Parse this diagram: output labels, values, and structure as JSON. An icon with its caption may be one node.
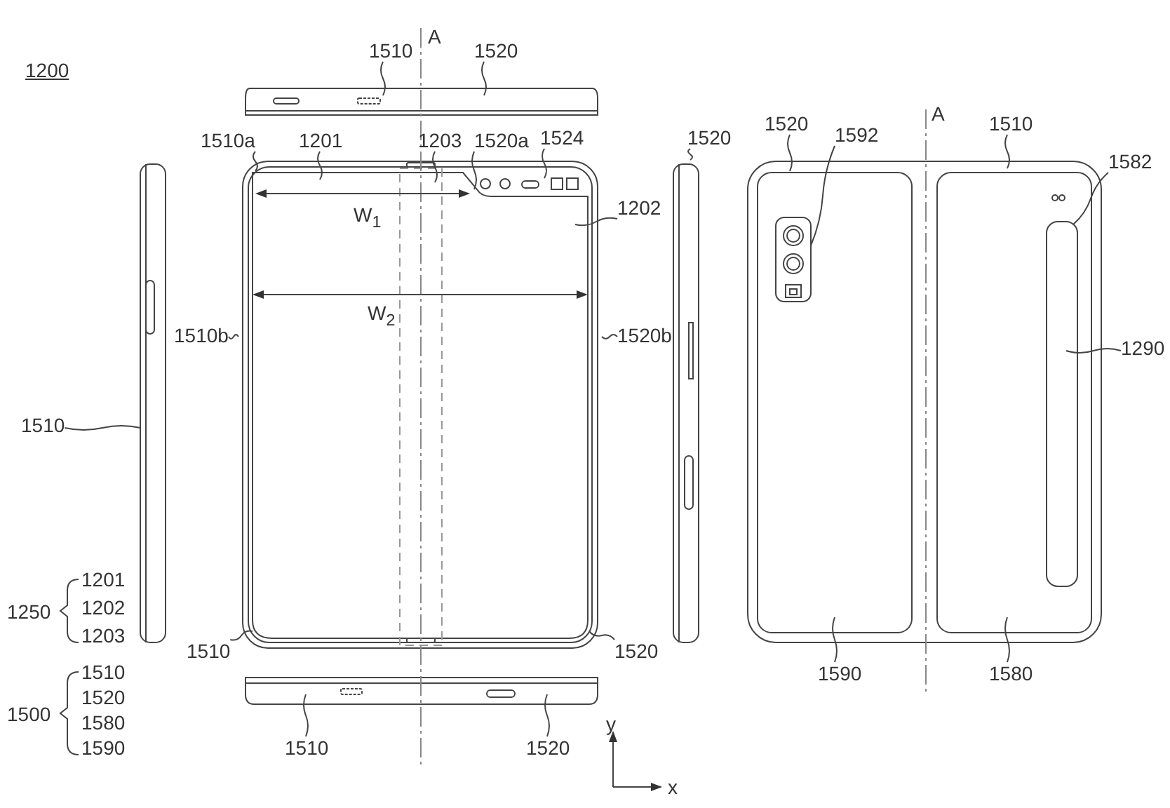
{
  "diagram": {
    "nodes": [
      {
        "text": [
          "1510"
        ]
      },
      {
        "text": [
          "1520"
        ]
      },
      {
        "text": [
          "1510a"
        ]
      },
      {
        "text": [
          "1201"
        ]
      },
      {
        "text": [
          "1203"
        ]
      },
      {
        "text": [
          "1520a"
        ]
      },
      {
        "text": [
          "1524"
        ]
      },
      {
        "text": [
          "1202"
        ]
      },
      {
        "text": [
          "1520"
        ]
      },
      {
        "text": [
          "1510b"
        ]
      },
      {
        "text": [
          "1520b"
        ]
      },
      {
        "text": [
          "1510"
        ]
      },
      {
        "text": [
          "1510"
        ]
      },
      {
        "text": [
          "1520"
        ]
      },
      {
        "text": [
          "1510"
        ]
      },
      {
        "text": [
          "1520"
        ]
      },
      {
        "text": [
          "1520"
        ]
      },
      {
        "text": [
          "1592"
        ]
      },
      {
        "text": [
          "1510"
        ]
      },
      {
        "text": [
          "1582"
        ]
      },
      {
        "text": [
          "1290"
        ]
      },
      {
        "text": [
          "1590"
        ]
      },
      {
        "text": [
          "1580"
        ]
      },
      {
        "text": [],
        "shape": "picture"
      }
    ],
    "edges": [
      {
        "from": 0,
        "to": null,
        "arrow": "none"
      },
      {
        "from": 1,
        "to": null,
        "arrow": "none"
      },
      {
        "from": 2,
        "to": null,
        "arrow": "none"
      },
      {
        "from": 3,
        "to": null,
        "arrow": "none"
      },
      {
        "from": 4,
        "to": null,
        "arrow": "none"
      },
      {
        "from": 5,
        "to": null,
        "arrow": "none"
      },
      {
        "from": 6,
        "to": null,
        "arrow": "none"
      },
      {
        "from": 7,
        "to": null,
        "arrow": "none"
      },
      {
        "from": 8,
        "to": null,
        "arrow": "none"
      },
      {
        "from": 9,
        "to": null,
        "arrow": "none"
      },
      {
        "from": 10,
        "to": null,
        "arrow": "none"
      },
      {
        "from": 11,
        "to": 23,
        "arrow": "none"
      },
      {
        "from": 12,
        "to": null,
        "arrow": "none"
      },
      {
        "from": 13,
        "to": null,
        "arrow": "none"
      },
      {
        "from": 14,
        "to": null,
        "arrow": "none"
      },
      {
        "from": 15,
        "to": null,
        "arrow": "none"
      },
      {
        "from": 16,
        "to": null,
        "arrow": "none"
      },
      {
        "from": 17,
        "to": null,
        "arrow": "none"
      },
      {
        "from": 18,
        "to": null,
        "arrow": "none"
      },
      {
        "from": 19,
        "to": null,
        "arrow": "none"
      },
      {
        "from": 20,
        "to": null,
        "arrow": "none"
      },
      {
        "from": 21,
        "to": null,
        "arrow": "none"
      },
      {
        "from": 22,
        "to": null,
        "arrow": "none"
      }
    ],
    "labels": [
      "A",
      "1200",
      "W$_{1}$",
      "W$_{2}$",
      "A",
      "1201",
      "1250",
      "1202",
      "1203",
      "1510",
      "1520",
      "1500",
      "1580",
      "1590",
      "y",
      "x"
    ]
  }
}
